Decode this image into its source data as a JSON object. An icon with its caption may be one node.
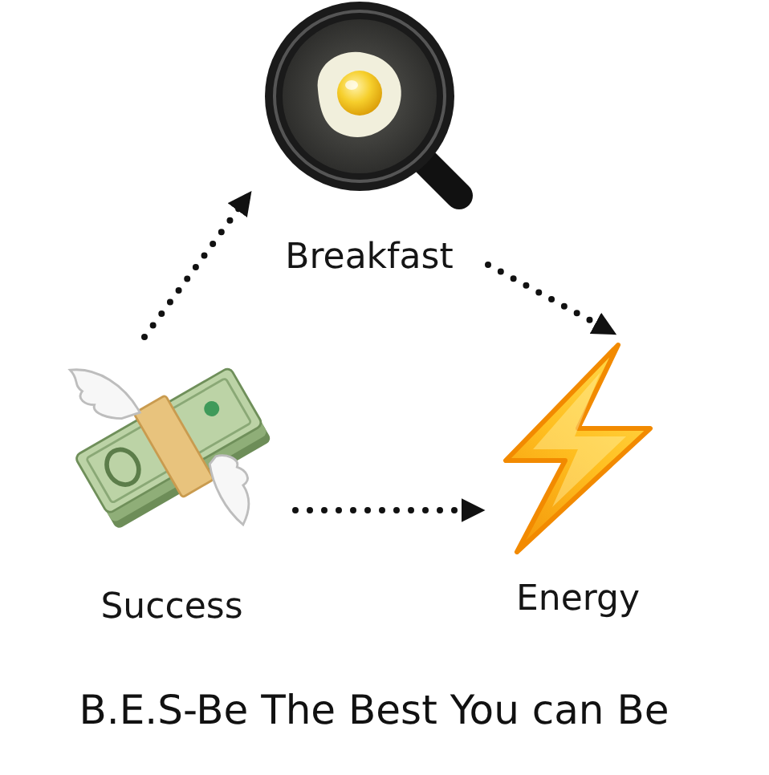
{
  "diagram": {
    "caption": "B.E.S-Be The Best You can Be",
    "nodes": [
      {
        "text": [
          "Breakfast"
        ]
      },
      {
        "text": [
          "Success"
        ]
      },
      {
        "text": [
          "Energy"
        ]
      }
    ],
    "edges": [
      {
        "from": 1,
        "to": 0,
        "arrow": "to"
      },
      {
        "from": 0,
        "to": 2,
        "arrow": "to"
      },
      {
        "from": 1,
        "to": 2,
        "arrow": "to"
      }
    ]
  }
}
